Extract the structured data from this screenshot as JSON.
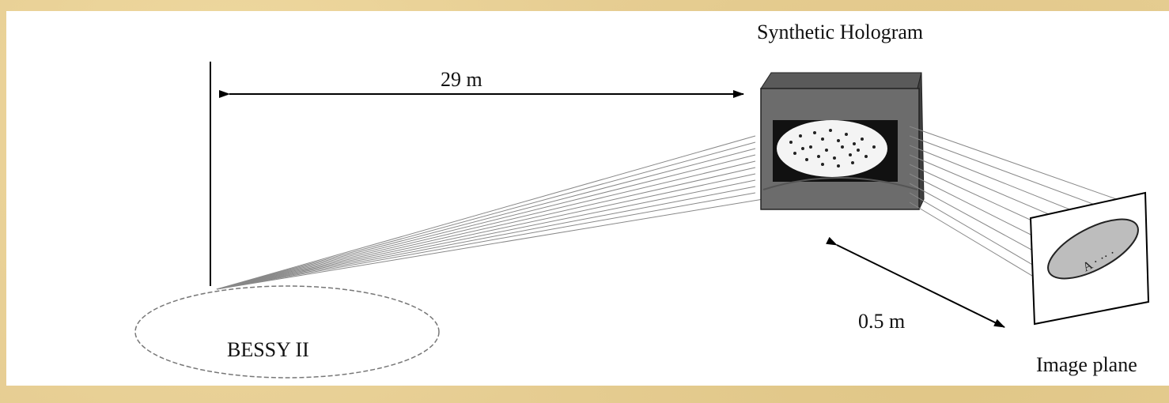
{
  "labels": {
    "hologram": "Synthetic Hologram",
    "distance_long": "29 m",
    "distance_short": "0.5 m",
    "source": "BESSY II",
    "image_plane": "Image plane"
  }
}
